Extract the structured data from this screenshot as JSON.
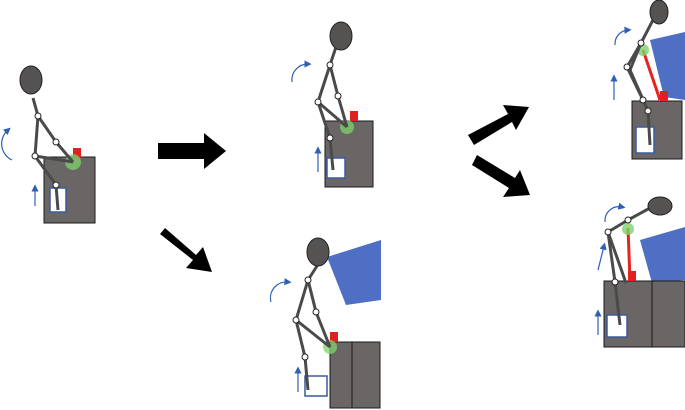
{
  "diagram": {
    "colors": {
      "background": "#ffffff",
      "machine_body": "#6b6666",
      "machine_outline": "#1a1a1a",
      "limb": "#4a4a4a",
      "joint": "#ffffff",
      "head": "#555252",
      "red_block": "#e02020",
      "red_link": "#e8231f",
      "green_contact": "#7dd36b",
      "blue_arrow": "#2f5fb3",
      "blue_plate": "#4f6fc4",
      "seat_outline": "#3a5aa0",
      "flow_arrow": "#000000"
    },
    "icons": [
      "head-icon",
      "rotation-arrow-icon",
      "up-arrow-icon",
      "flow-arrow-icon"
    ],
    "panels": [
      {
        "id": "start",
        "has_plate": false,
        "has_red_link": false
      },
      {
        "id": "mid-top",
        "has_plate": false,
        "has_red_link": false
      },
      {
        "id": "mid-bottom",
        "has_plate": true,
        "has_red_link": false
      },
      {
        "id": "right-top",
        "has_plate": true,
        "has_red_link": true
      },
      {
        "id": "right-bottom",
        "has_plate": true,
        "has_red_link": true
      }
    ]
  }
}
